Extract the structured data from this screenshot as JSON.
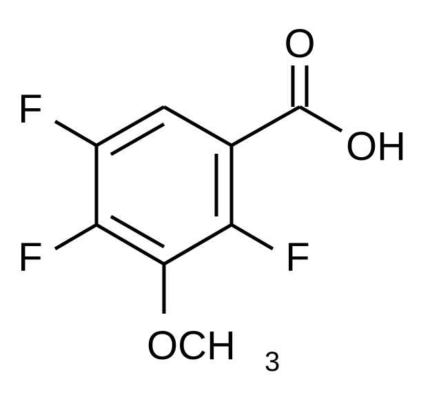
{
  "molecule": {
    "atoms": {
      "carbonyl_oxygen": "O",
      "hydroxyl": "OH",
      "fluorine_top_left": "F",
      "fluorine_left": "F",
      "fluorine_right": "F",
      "methoxy_group": "OCH",
      "methoxy_subscript": "3"
    }
  }
}
